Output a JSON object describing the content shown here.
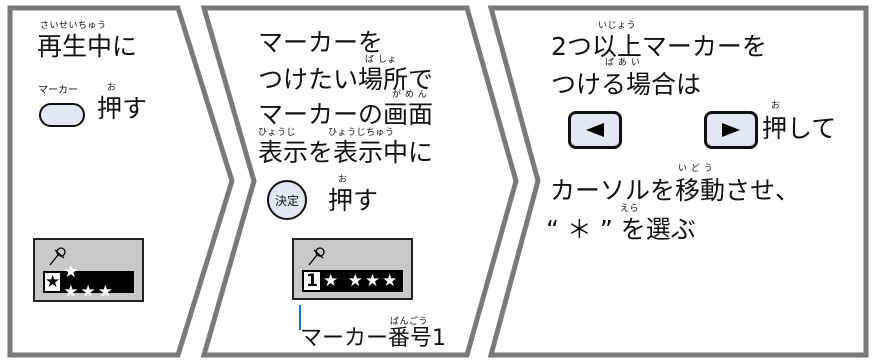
{
  "colors": {
    "panel_border": "#7a7a7a",
    "panel_fill": "#ffffff",
    "button_fill": "#e4e6f3",
    "lcd_bg": "#c8c8c8",
    "lcd_bar": "#000000",
    "callout_line": "#1e6fc0"
  },
  "panel1": {
    "furigana_saiseichu": "さいせいちゅう",
    "line1": "再生中に",
    "button_caption": "マーカー",
    "furigana_o": "お",
    "push": "押す",
    "lcd_first": "★",
    "lcd_rest": "★ ★★★",
    "pin_icon": "pushpin-icon"
  },
  "panel2": {
    "line1": "マーカーを",
    "furigana_basho": "ば しょ",
    "line2": "つけたい場所で",
    "furigana_gamen": "が め ん",
    "line3": "マーカーの画面",
    "furigana_hyouji": "ひょうじ",
    "furigana_hyoujichu": "ひょうじちゅう",
    "line4": "表示を表示中に",
    "enter_label": "決定",
    "furigana_o": "お",
    "push": "押す",
    "lcd_first": "1",
    "lcd_rest": "★ ★★★",
    "pin_icon": "pushpin-icon",
    "furigana_bangou": "ばんごう",
    "callout": "マーカー番号1"
  },
  "panel3": {
    "furigana_ijou": "いじょう",
    "line1": "2つ以上マーカーを",
    "furigana_baai": "ば あ い",
    "line2": "つける場合は",
    "left_icon": "left-arrow-icon",
    "right_icon": "right-arrow-icon",
    "furigana_o": "お",
    "push": "押して",
    "furigana_idou": "い ど う",
    "line3": "カーソルを移動させ、",
    "furigana_erabu": "えら",
    "line4": "“ ＊ ” を選ぶ"
  }
}
